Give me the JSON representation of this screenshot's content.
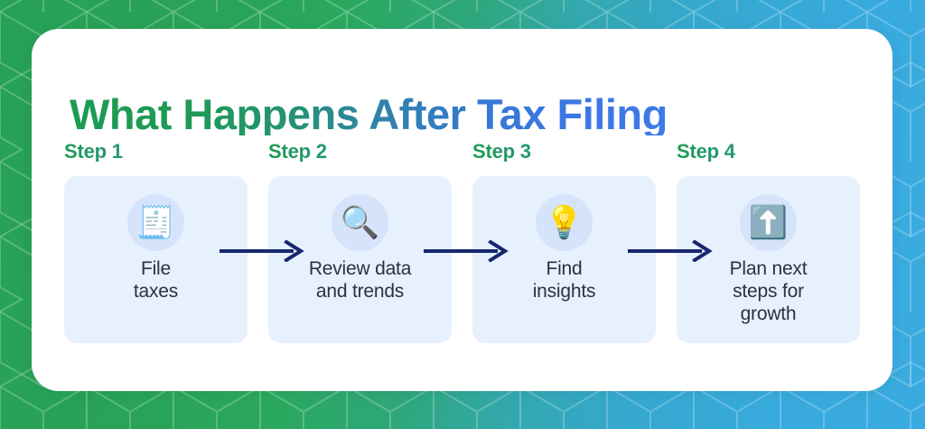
{
  "page": {
    "title": "What Happens After Tax Filing"
  },
  "theme": {
    "green": "#1f9c53",
    "blue": "#3a79e2",
    "bg_green": "#27a155",
    "bg_blue": "#3aabe0",
    "panel_bg": "#ffffff",
    "card_bg": "#e7f0fd",
    "icon_circle_bg": "#d5e3fb",
    "card_text": "#2b3142",
    "arrow": "#17276e"
  },
  "steps": [
    {
      "label": "Step 1",
      "text": "File\ntaxes",
      "icon": "receipt-icon",
      "icon_glyph": "🧾",
      "arrow_after": true
    },
    {
      "label": "Step 2",
      "text": "Review data\nand trends",
      "icon": "magnifying-glass-icon",
      "icon_glyph": "🔍",
      "arrow_after": true
    },
    {
      "label": "Step 3",
      "text": "Find\ninsights",
      "icon": "light-bulb-icon",
      "icon_glyph": "💡",
      "arrow_after": true
    },
    {
      "label": "Step 4",
      "text": "Plan next\nsteps for\ngrowth",
      "icon": "up-arrow-button-icon",
      "icon_glyph": "⬆️",
      "arrow_after": false
    }
  ]
}
